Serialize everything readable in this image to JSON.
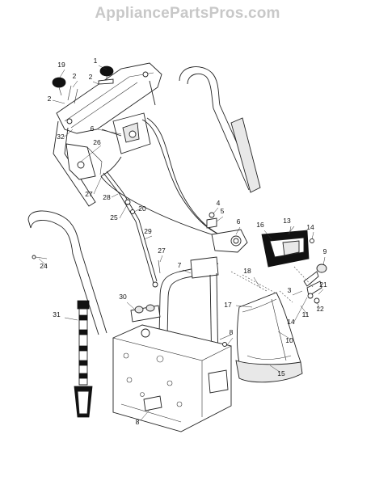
{
  "watermark": "AppliancePartsPros.com",
  "callouts": [
    "1",
    "2",
    "2",
    "2",
    "19",
    "32",
    "6",
    "26",
    "27",
    "28",
    "25",
    "20",
    "4",
    "5",
    "6",
    "16",
    "13",
    "14",
    "9",
    "29",
    "27",
    "24",
    "7",
    "18",
    "3",
    "21",
    "17",
    "11",
    "12",
    "14",
    "10",
    "30",
    "31",
    "8",
    "15",
    "8"
  ]
}
